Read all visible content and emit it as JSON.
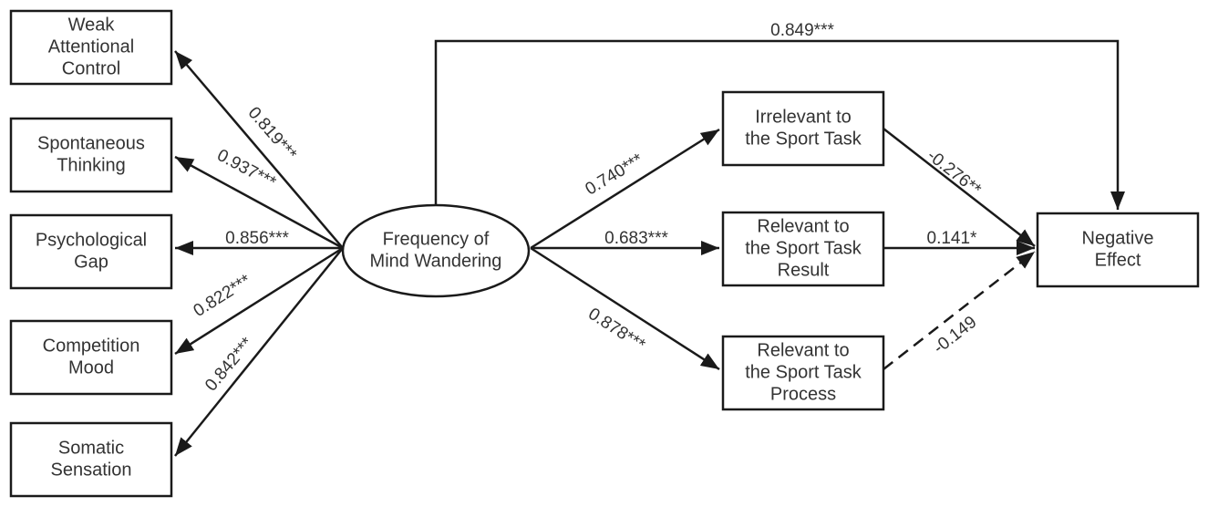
{
  "colors": {
    "line": "#1a1a1a",
    "text": "#333333",
    "background": "#ffffff"
  },
  "nodes": [
    {
      "id": "weak-attentional-control",
      "shape": "box",
      "lines": [
        "Weak",
        "Attentional",
        "Control"
      ]
    },
    {
      "id": "spontaneous-thinking",
      "shape": "box",
      "lines": [
        "Spontaneous",
        "Thinking"
      ]
    },
    {
      "id": "psychological-gap",
      "shape": "box",
      "lines": [
        "Psychological",
        "Gap"
      ]
    },
    {
      "id": "competition-mood",
      "shape": "box",
      "lines": [
        "Competition",
        "Mood"
      ]
    },
    {
      "id": "somatic-sensation",
      "shape": "box",
      "lines": [
        "Somatic",
        "Sensation"
      ]
    },
    {
      "id": "frequency-of-mind-wandering",
      "shape": "ellipse",
      "lines": [
        "Frequency of",
        "Mind Wandering"
      ]
    },
    {
      "id": "irrelevant-to-sport-task",
      "shape": "box",
      "lines": [
        "Irrelevant to",
        "the Sport Task"
      ]
    },
    {
      "id": "relevant-to-sport-task-result",
      "shape": "box",
      "lines": [
        "Relevant to",
        "the Sport Task",
        "Result"
      ]
    },
    {
      "id": "relevant-to-sport-task-process",
      "shape": "box",
      "lines": [
        "Relevant to",
        "the Sport Task",
        "Process"
      ]
    },
    {
      "id": "negative-effect",
      "shape": "box",
      "lines": [
        "Negative",
        "Effect"
      ]
    }
  ],
  "paths": [
    {
      "id": "fmw-to-weak-attentional-control",
      "from": "frequency-of-mind-wandering",
      "to": "weak-attentional-control",
      "coefficient": "0.819***",
      "style": "solid"
    },
    {
      "id": "fmw-to-spontaneous-thinking",
      "from": "frequency-of-mind-wandering",
      "to": "spontaneous-thinking",
      "coefficient": "0.937***",
      "style": "solid"
    },
    {
      "id": "fmw-to-psychological-gap",
      "from": "frequency-of-mind-wandering",
      "to": "psychological-gap",
      "coefficient": "0.856***",
      "style": "solid"
    },
    {
      "id": "fmw-to-competition-mood",
      "from": "frequency-of-mind-wandering",
      "to": "competition-mood",
      "coefficient": "0.822***",
      "style": "solid"
    },
    {
      "id": "fmw-to-somatic-sensation",
      "from": "frequency-of-mind-wandering",
      "to": "somatic-sensation",
      "coefficient": "0.842***",
      "style": "solid"
    },
    {
      "id": "fmw-to-irrelevant",
      "from": "frequency-of-mind-wandering",
      "to": "irrelevant-to-sport-task",
      "coefficient": "0.740***",
      "style": "solid"
    },
    {
      "id": "fmw-to-result",
      "from": "frequency-of-mind-wandering",
      "to": "relevant-to-sport-task-result",
      "coefficient": "0.683***",
      "style": "solid"
    },
    {
      "id": "fmw-to-process",
      "from": "frequency-of-mind-wandering",
      "to": "relevant-to-sport-task-process",
      "coefficient": "0.878***",
      "style": "solid"
    },
    {
      "id": "fmw-to-negative-effect",
      "from": "frequency-of-mind-wandering",
      "to": "negative-effect",
      "coefficient": "0.849***",
      "style": "solid"
    },
    {
      "id": "irrelevant-to-negative-effect",
      "from": "irrelevant-to-sport-task",
      "to": "negative-effect",
      "coefficient": "-0.276**",
      "style": "solid"
    },
    {
      "id": "result-to-negative-effect",
      "from": "relevant-to-sport-task-result",
      "to": "negative-effect",
      "coefficient": "0.141*",
      "style": "solid"
    },
    {
      "id": "process-to-negative-effect",
      "from": "relevant-to-sport-task-process",
      "to": "negative-effect",
      "coefficient": "-0.149",
      "style": "dashed"
    }
  ]
}
